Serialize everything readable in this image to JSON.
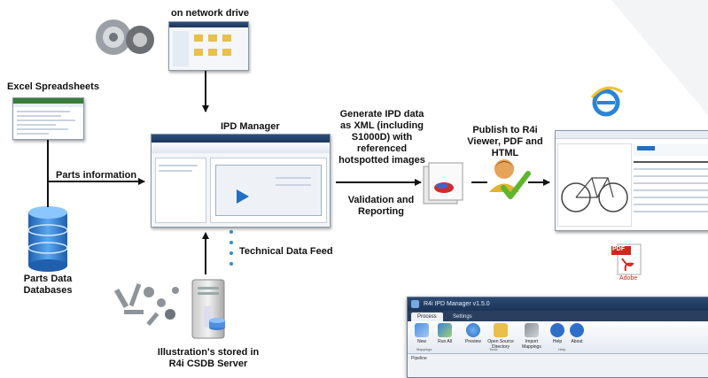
{
  "labels": {
    "network_drive": "on network drive",
    "excel": "Excel Spreadsheets",
    "parts_information": "Parts information",
    "parts_db_line1": "Parts Data",
    "parts_db_line2": "Databases",
    "ipd_manager": "IPD Manager",
    "generate_lines": [
      "Generate IPD data",
      "as XML (including",
      "S1000D) with",
      "referenced",
      "hotspotted images"
    ],
    "validation_lines": [
      "Validation and",
      "Reporting"
    ],
    "publish_lines": [
      "Publish to R4i",
      "Viewer, PDF and",
      "HTML"
    ],
    "technical_feed": "Technical Data Feed",
    "illustrations_lines": [
      "Illustration's stored in",
      "R4i CSDB Server"
    ]
  },
  "pdf_icon": {
    "badge": "PDF",
    "brand": "Adobe"
  },
  "app_window": {
    "title": "R4i IPD Manager v1.5.0",
    "tabs": [
      "Process",
      "Settings"
    ],
    "buttons": [
      "New",
      "Run All",
      "Preview",
      "Open Source Directory",
      "Import Mappings",
      "Help",
      "About"
    ],
    "groups": [
      "Mappings",
      "Tools",
      "Help"
    ],
    "panel_label": "Pipeline"
  },
  "colors": {
    "arrow": "#111111",
    "dots": "#2a8fd6",
    "accent_blue": "#1f6fc4",
    "pdf_red": "#d1261c"
  }
}
